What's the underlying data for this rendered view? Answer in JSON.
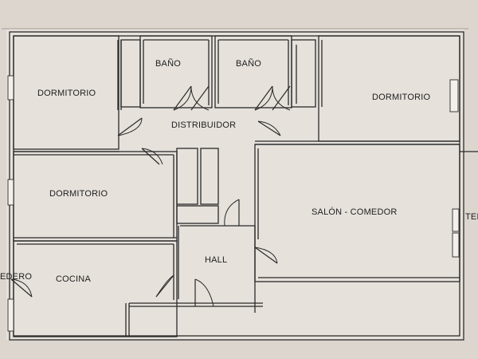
{
  "rooms": {
    "bedroom_top_left": "DORMITORIO",
    "bathroom_1": "BAÑO",
    "bathroom_2": "BAÑO",
    "bedroom_top_right": "DORMITORIO",
    "distributor": "DISTRIBUIDOR",
    "bedroom_middle_left": "DORMITORIO",
    "living_dining": "SALÓN - COMEDOR",
    "hall": "HALL",
    "kitchen": "COCINA",
    "drying_area_partial": "EDERO",
    "terrace_partial": "TER"
  },
  "colors": {
    "paper": "#dcd6cf",
    "line": "#2a2a2a"
  }
}
